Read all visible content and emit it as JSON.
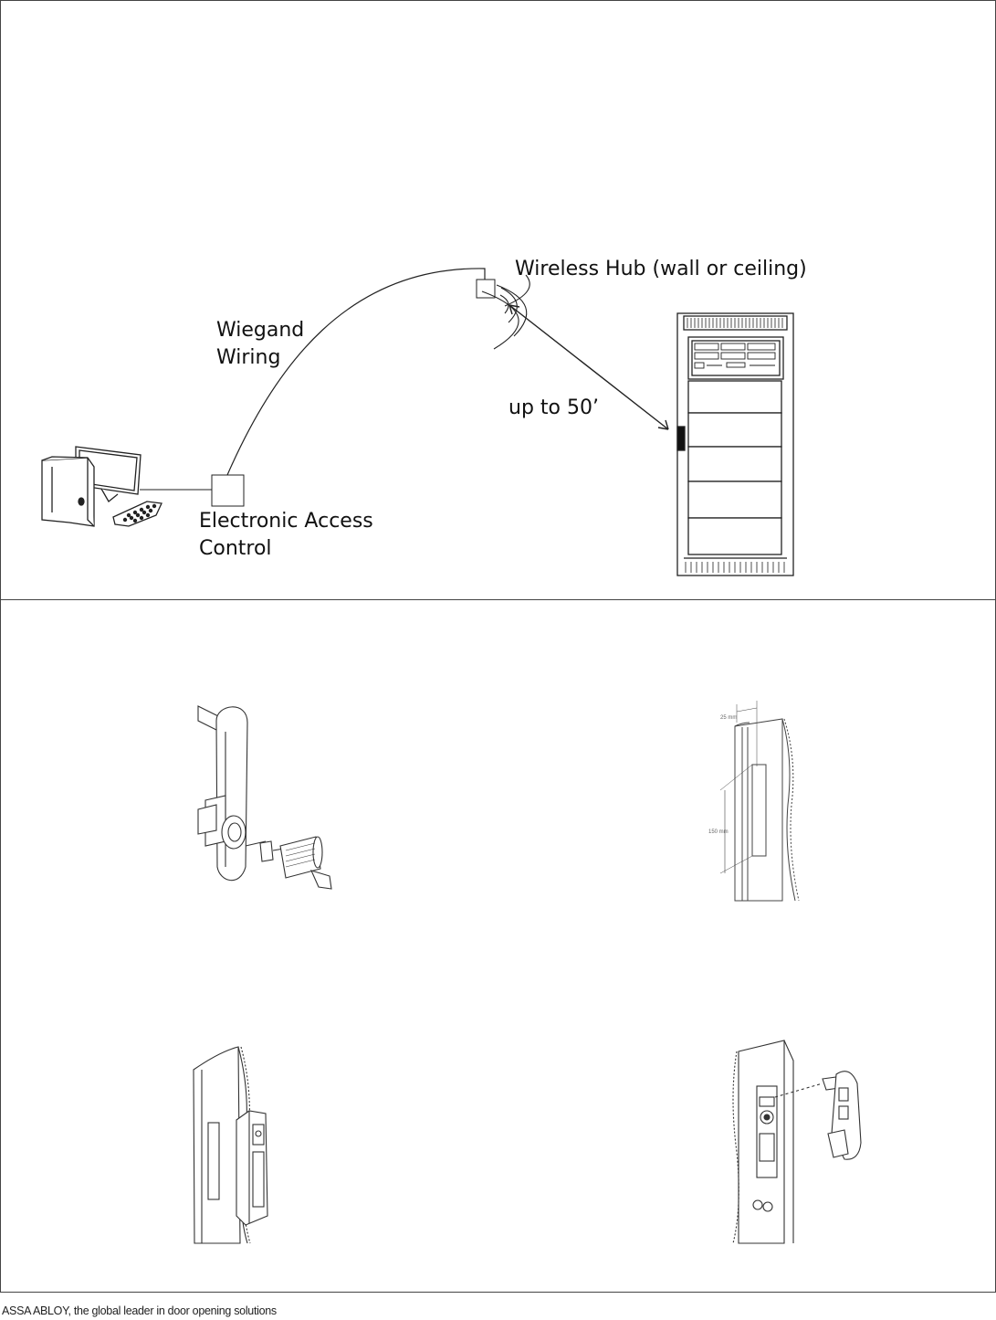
{
  "diagram": {
    "wireless_hub_label": "Wireless Hub (wall or ceiling)",
    "wiegand_label_line1": "Wiegand",
    "wiegand_label_line2": "Wiring",
    "distance_label": "up to 50’",
    "eac_label_line1": "Electronic Access",
    "eac_label_line2": "Control"
  },
  "drawings": {
    "dimension_top": "25 mm",
    "dimension_side": "150 mm"
  },
  "footer": {
    "text": "ASSA ABLOY, the global leader in door opening solutions"
  }
}
